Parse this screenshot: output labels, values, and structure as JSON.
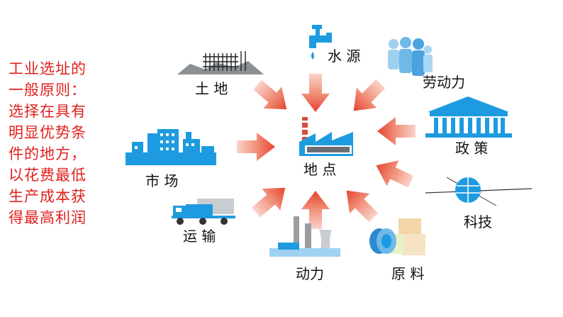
{
  "sidebar": {
    "lines": [
      "工业选址的",
      "一般原则：",
      "选择在具有",
      "明显优势条",
      "件的地方，",
      "以花费最低",
      "生产成本获",
      "得最高利润"
    ]
  },
  "center": {
    "label": "地 点"
  },
  "factors": {
    "land": "土 地",
    "water": "水 源",
    "labor": "劳动力",
    "policy": "政 策",
    "tech": "科技",
    "raw": "原 料",
    "power": "动力",
    "transport": "运 输",
    "market": "市 场"
  },
  "colors": {
    "sidebar_text": "#e0201e",
    "icon_blue": "#1e9be0",
    "arrow_red": "#ec5a45",
    "arrow_light": "#f7c0b4"
  }
}
